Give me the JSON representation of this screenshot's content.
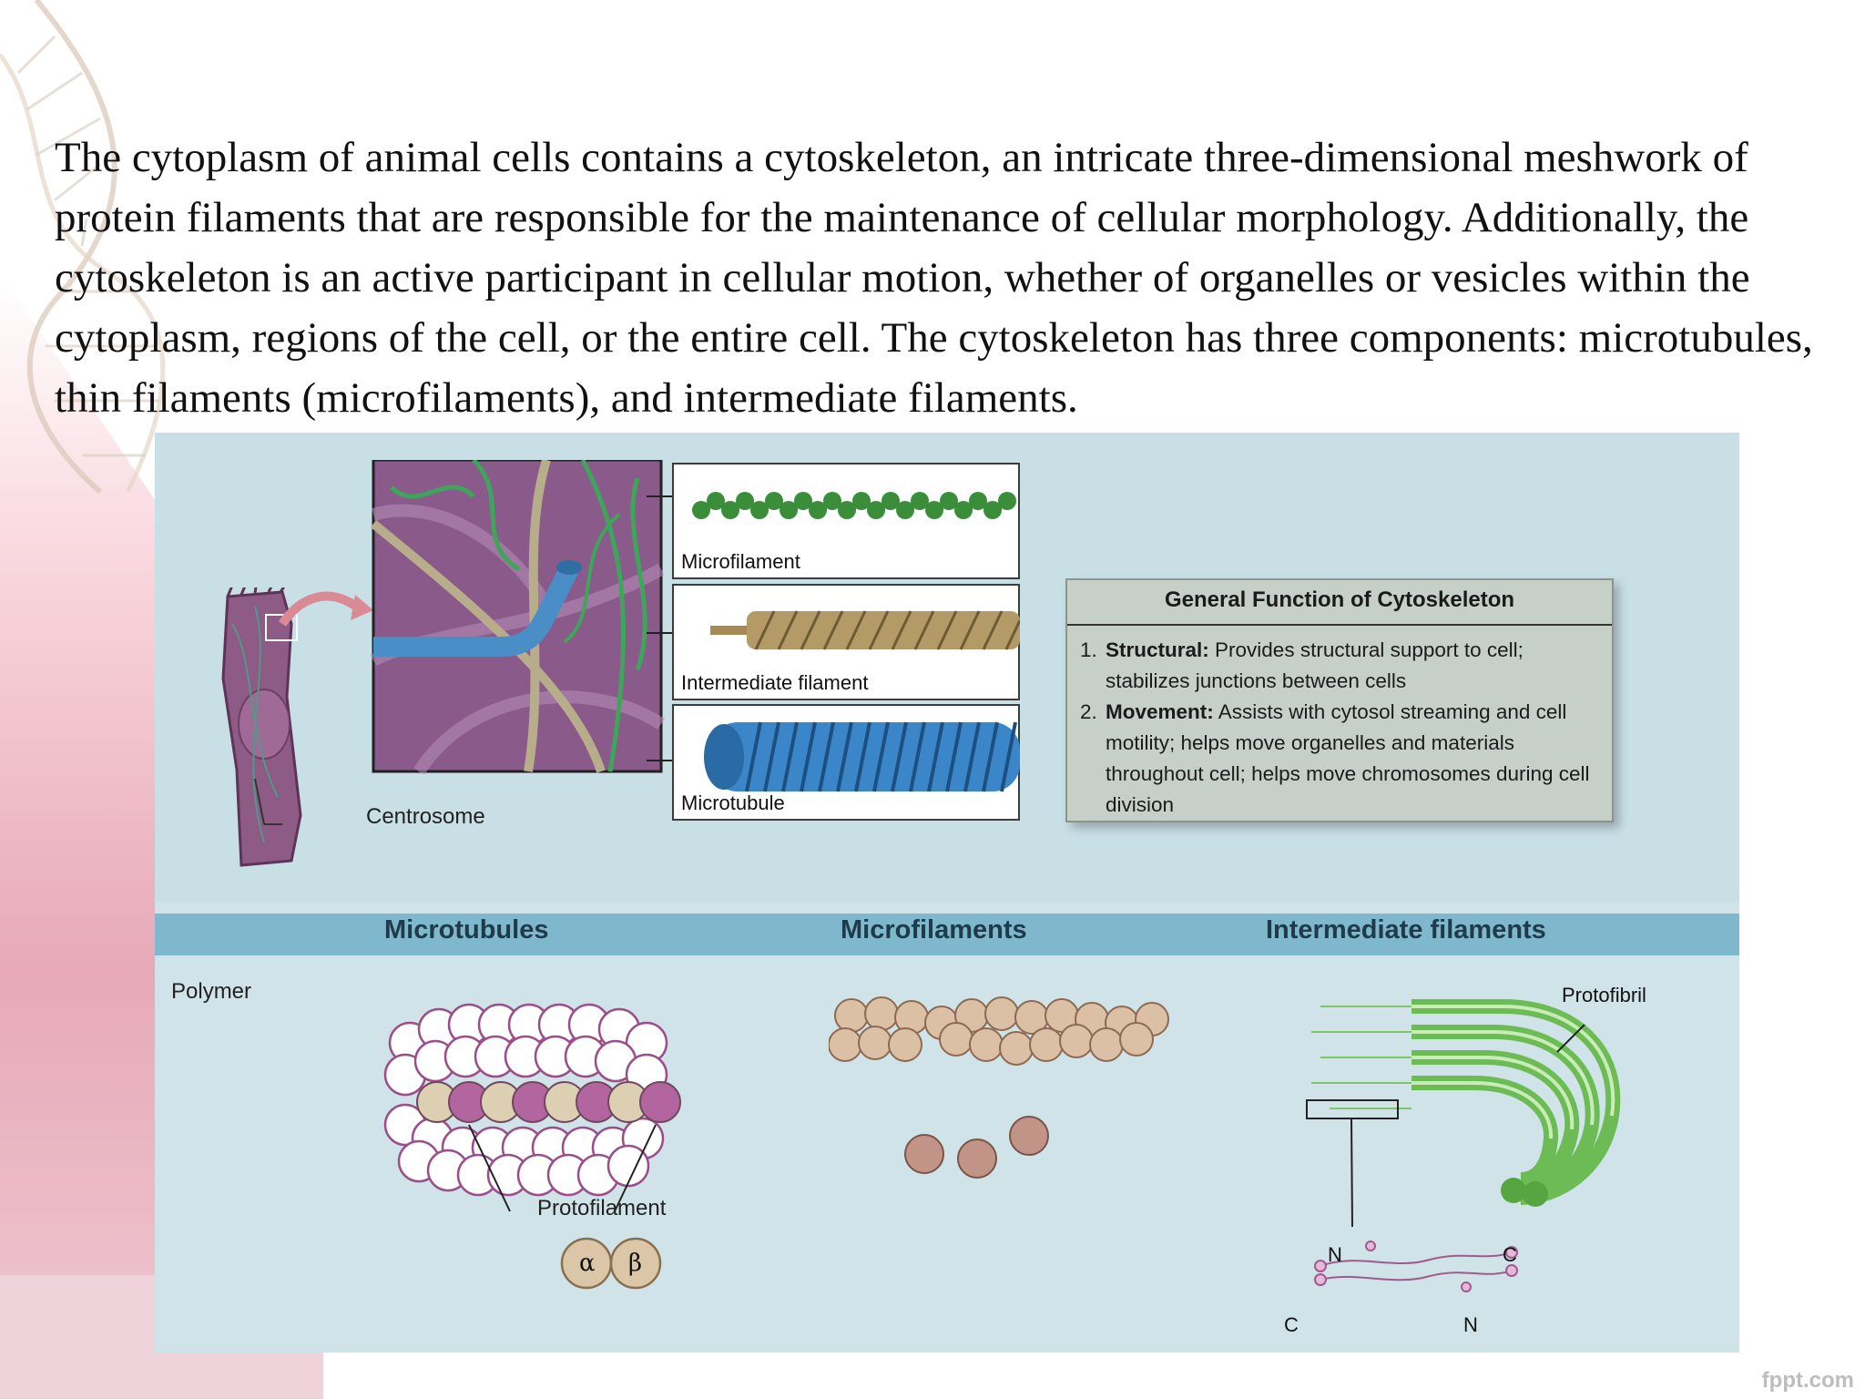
{
  "intro_text": "The cytoplasm of animal cells contains a cytoskeleton, an intricate three-dimensional meshwork of protein filaments that are responsible for the maintenance of cellular morphology. Additionally, the cytoskeleton is an active participant in cellular motion, whether of organelles or vesicles within the cytoplasm, regions of the cell, or the entire cell. The cytoskeleton has three components: microtubules, thin filaments (microfilaments), and intermediate filaments.",
  "figure": {
    "centrosome_label": "Centrosome",
    "panels": [
      "Microfilament",
      "Intermediate filament",
      "Microtubule"
    ],
    "function_box": {
      "title": "General Function of Cytoskeleton",
      "items": [
        {
          "num": "1.",
          "term": "Structural:",
          "text": "Provides structural support to cell; stabilizes junctions between cells"
        },
        {
          "num": "2.",
          "term": "Movement:",
          "text": "Assists with cytosol streaming and cell motility; helps move organelles and materials throughout cell; helps move chromosomes during cell division"
        }
      ]
    },
    "band_headers": [
      "Microtubules",
      "Microfilaments",
      "Intermediate filaments"
    ],
    "row_label": "Polymer",
    "protofilament_label": "Protofilament",
    "alpha": "α",
    "beta": "β",
    "protofibril_label": "Protofibril",
    "n_label": "N",
    "c_label": "C"
  },
  "watermark": "fppt.com"
}
